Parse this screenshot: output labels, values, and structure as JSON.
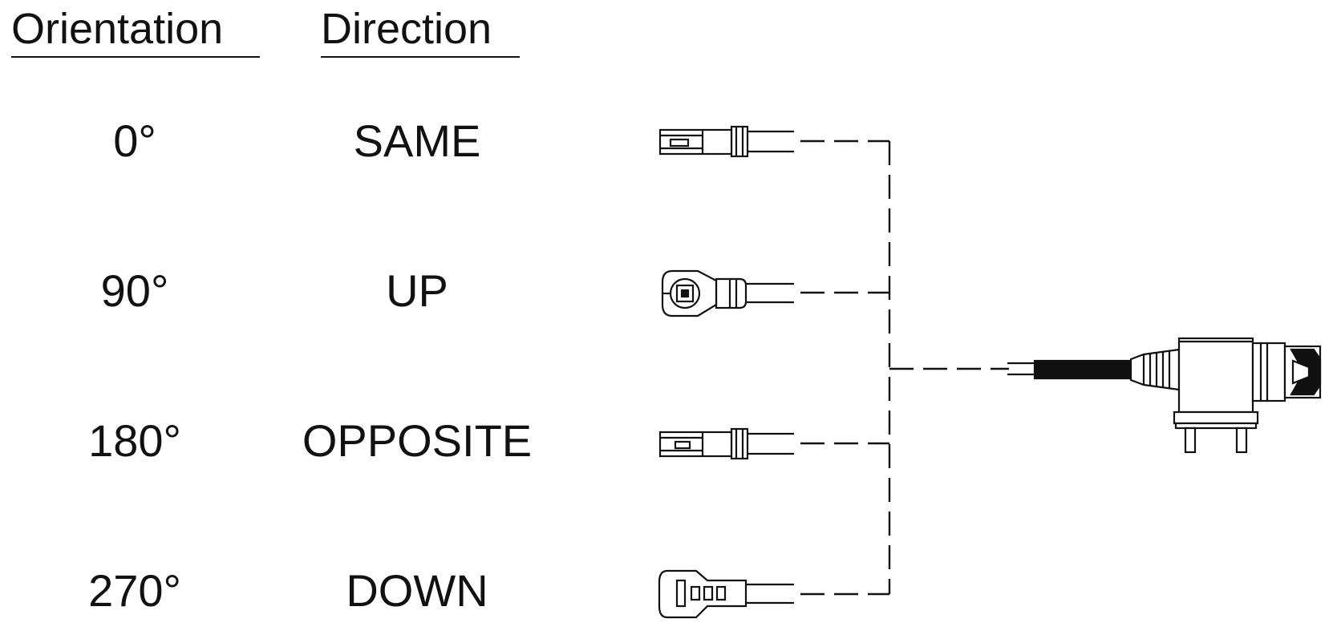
{
  "headers": {
    "orientation": "Orientation",
    "direction": "Direction"
  },
  "rows": [
    {
      "orientation": "0°",
      "direction": "SAME",
      "connector": "straight"
    },
    {
      "orientation": "90°",
      "direction": "UP",
      "connector": "round-face"
    },
    {
      "orientation": "180°",
      "direction": "OPPOSITE",
      "connector": "straight"
    },
    {
      "orientation": "270°",
      "direction": "DOWN",
      "connector": "slot-face"
    }
  ],
  "colors": {
    "line": "#111111",
    "background": "#ffffff"
  }
}
